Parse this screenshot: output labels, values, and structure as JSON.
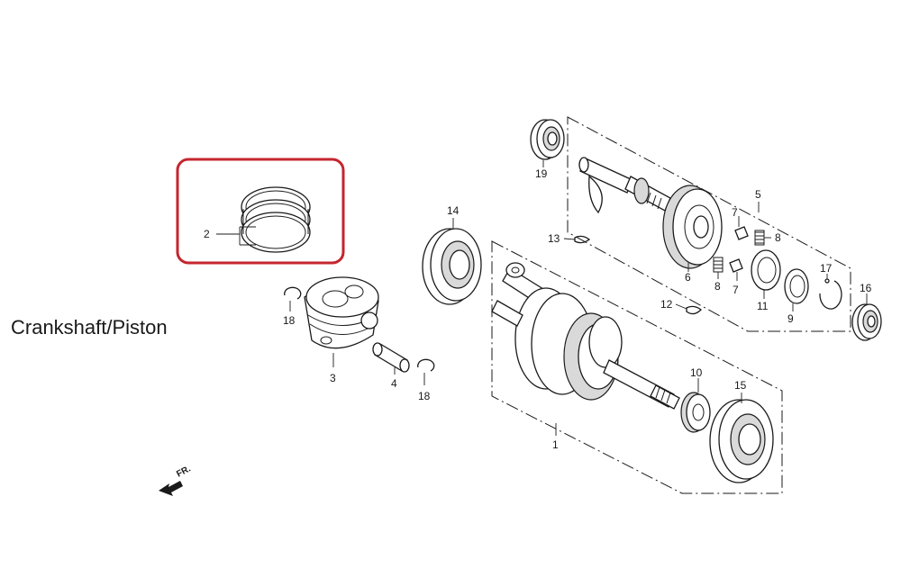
{
  "title": "Crankshaft/Piston",
  "direction_label": "FR.",
  "highlight_color": "#c4262e",
  "callouts": {
    "c1": "1",
    "c2": "2",
    "c3": "3",
    "c4": "4",
    "c5": "5",
    "c6": "6",
    "c7a": "7",
    "c7b": "7",
    "c8a": "8",
    "c8b": "8",
    "c9": "9",
    "c10": "10",
    "c11": "11",
    "c12": "12",
    "c13": "13",
    "c14": "14",
    "c15": "15",
    "c16": "16",
    "c17": "17",
    "c18a": "18",
    "c18b": "18",
    "c19": "19"
  }
}
